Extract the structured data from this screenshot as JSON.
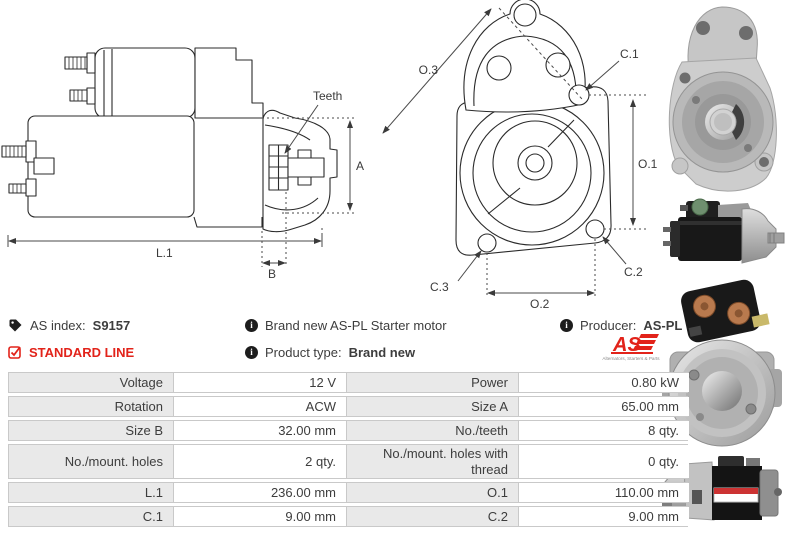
{
  "header": {
    "as_index_label": "AS index:",
    "as_index_value": "S9157",
    "standard_line": "STANDARD LINE",
    "description": "Brand new AS-PL Starter motor",
    "product_type_label": "Product type:",
    "product_type_value": "Brand new",
    "producer_label": "Producer:",
    "producer_value": "AS-PL"
  },
  "logo": {
    "text": "AS",
    "tagline": "Alternators, Starters & Parts"
  },
  "diagram_side": {
    "teeth": "Teeth",
    "a": "A",
    "l1": "L.1",
    "b": "B"
  },
  "diagram_front": {
    "o3": "O.3",
    "c1": "C.1",
    "o1": "O.1",
    "c3": "C.3",
    "o2": "O.2",
    "c2": "C.2"
  },
  "specs": {
    "rows": [
      [
        "Voltage",
        "12 V",
        "Power",
        "0.80 kW"
      ],
      [
        "Rotation",
        "ACW",
        "Size A",
        "65.00 mm"
      ],
      [
        "Size B",
        "32.00 mm",
        "No./teeth",
        "8 qty."
      ],
      [
        "No./mount. holes",
        "2 qty.",
        "No./mount. holes with thread",
        "0 qty."
      ],
      [
        "L.1",
        "236.00 mm",
        "O.1",
        "110.00 mm"
      ],
      [
        "C.1",
        "9.00 mm",
        "C.2",
        "9.00 mm"
      ]
    ]
  },
  "colors": {
    "brand_red": "#e2231a",
    "table_label_bg": "#e9e9e9",
    "table_border": "#c9c9c9",
    "drawing_line": "#2b2b2b"
  }
}
